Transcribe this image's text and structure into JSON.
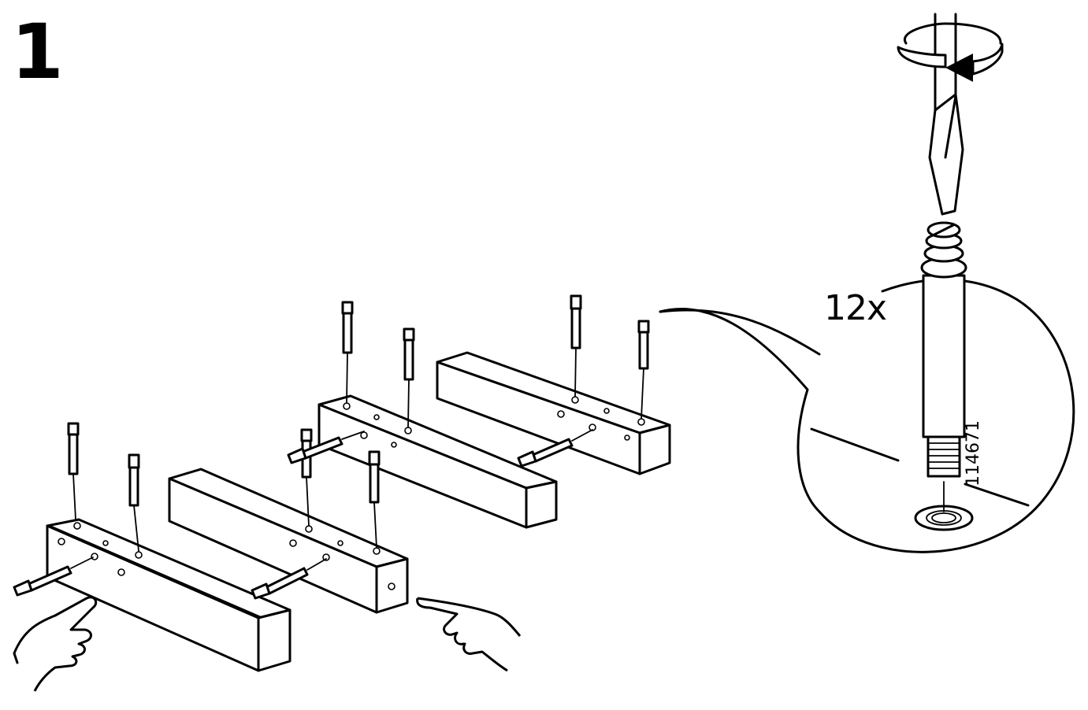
{
  "step": {
    "number": "1"
  },
  "detail": {
    "quantity": "12x",
    "part_number": "114671"
  },
  "icons": {
    "rotate": "rotate-arrow-icon",
    "screwdriver": "screwdriver-icon",
    "dowel": "dowel-screw-icon",
    "hand_pointing": "pointing-hand-icon"
  },
  "colors": {
    "ink": "#000000",
    "paper": "#ffffff"
  }
}
